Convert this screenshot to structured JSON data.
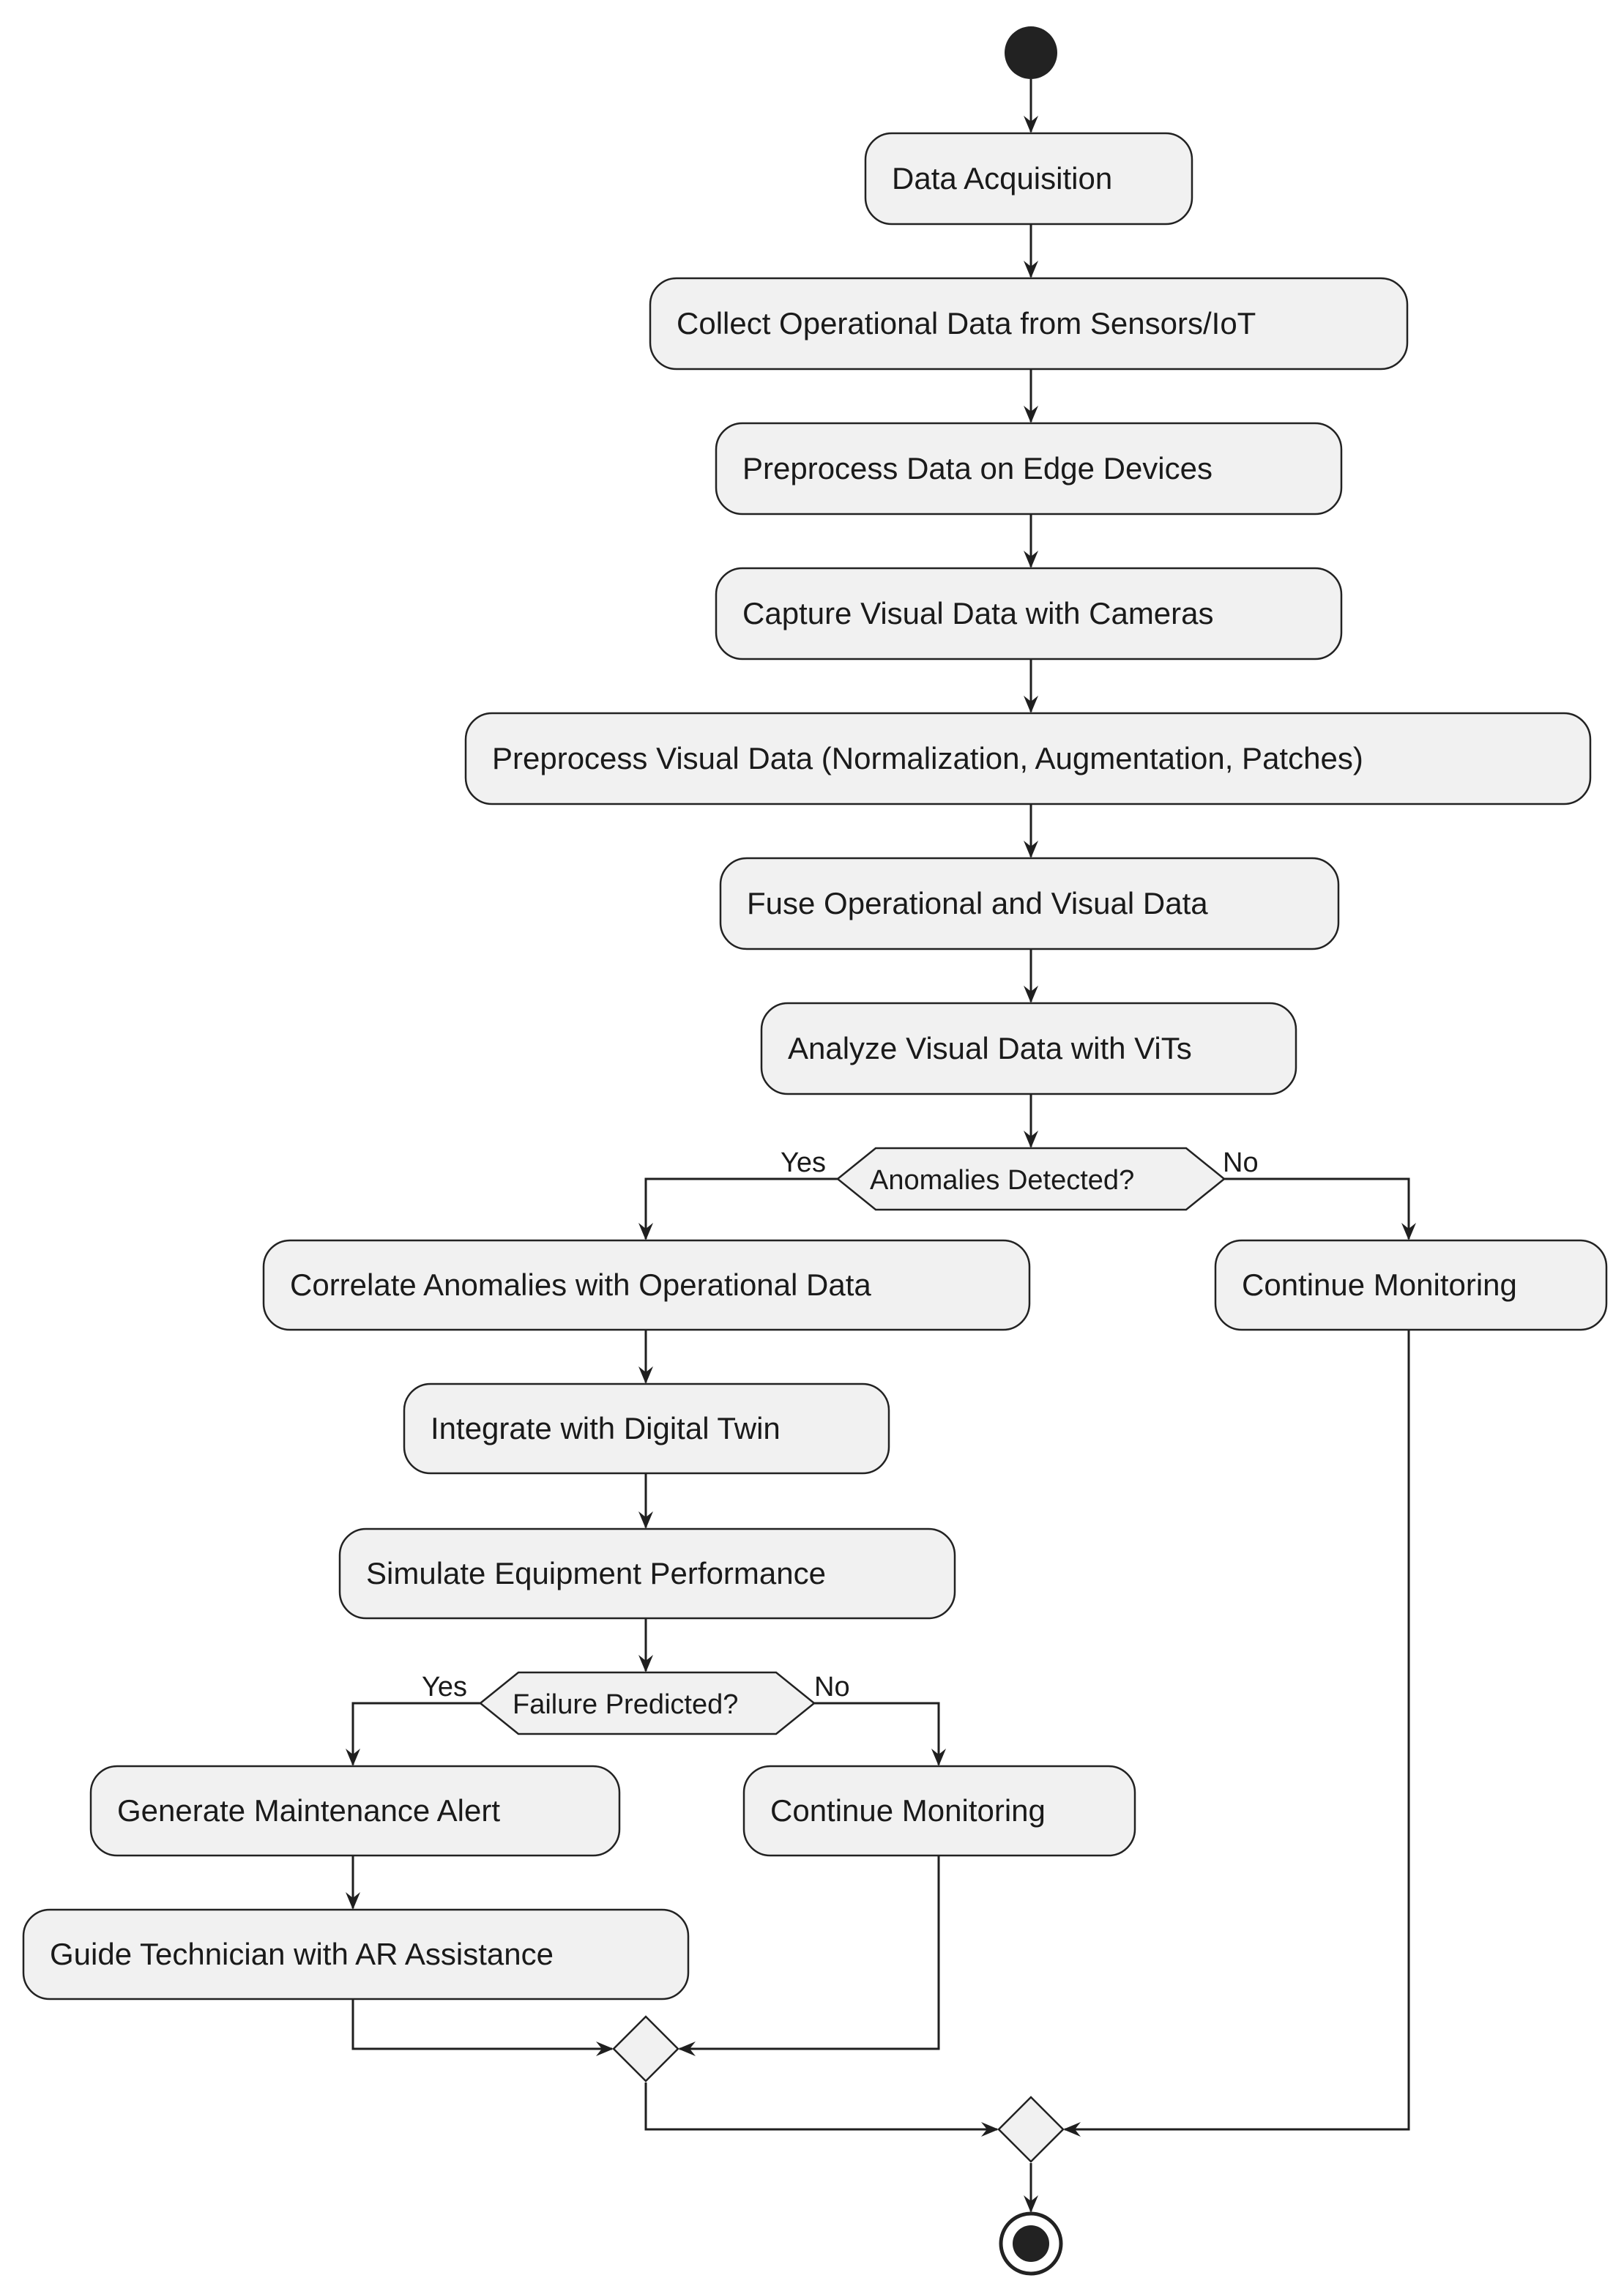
{
  "actions": {
    "data_acquisition": "Data Acquisition",
    "collect_operational": "Collect Operational Data from Sensors/IoT",
    "preprocess_edge": "Preprocess Data on Edge Devices",
    "capture_visual": "Capture Visual Data with Cameras",
    "preprocess_visual": "Preprocess Visual Data (Normalization, Augmentation, Patches)",
    "fuse_data": "Fuse Operational and Visual Data",
    "analyze_vits": "Analyze Visual Data with ViTs",
    "correlate_anomalies": "Correlate Anomalies with Operational Data",
    "continue_monitoring_1": "Continue Monitoring",
    "integrate_twin": "Integrate with Digital Twin",
    "simulate_performance": "Simulate Equipment Performance",
    "generate_alert": "Generate Maintenance Alert",
    "continue_monitoring_2": "Continue Monitoring",
    "guide_technician": "Guide Technician with AR Assistance"
  },
  "decisions": {
    "anomalies": {
      "question": "Anomalies Detected?",
      "yes_label": "Yes",
      "no_label": "No"
    },
    "failure": {
      "question": "Failure Predicted?",
      "yes_label": "Yes",
      "no_label": "No"
    }
  },
  "colors": {
    "node_fill": "#f1f1f1",
    "stroke": "#222222",
    "start_node": "#222222"
  }
}
